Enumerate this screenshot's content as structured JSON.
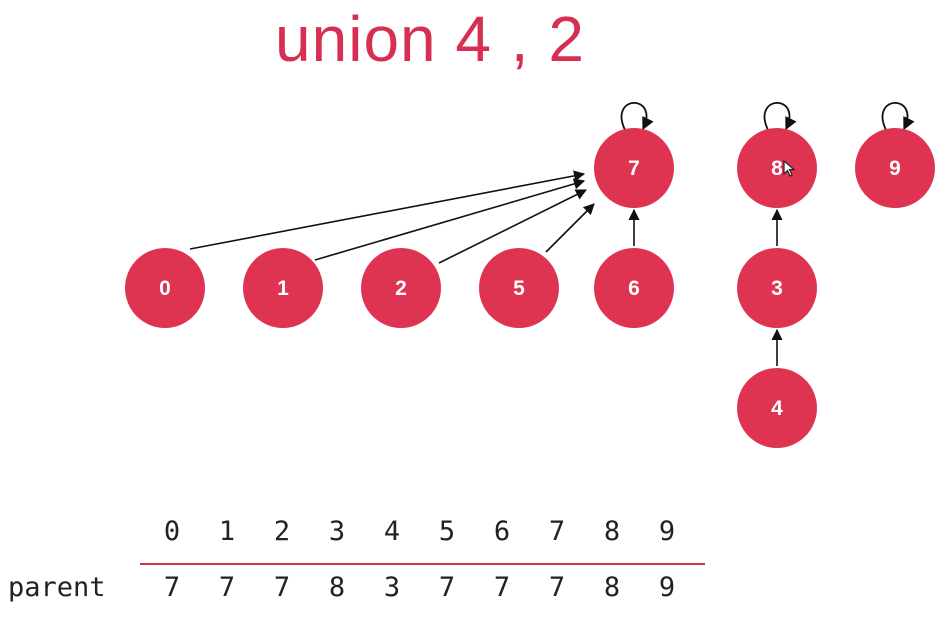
{
  "title": "union 4 , 2",
  "colors": {
    "node": "#df3352",
    "title": "#d62f52",
    "arrow": "#111111",
    "divider": "#d62f52"
  },
  "nodes": [
    {
      "id": "0",
      "label": "0",
      "parent": "7"
    },
    {
      "id": "1",
      "label": "1",
      "parent": "7"
    },
    {
      "id": "2",
      "label": "2",
      "parent": "7"
    },
    {
      "id": "5",
      "label": "5",
      "parent": "7"
    },
    {
      "id": "6",
      "label": "6",
      "parent": "7"
    },
    {
      "id": "7",
      "label": "7",
      "parent": "7"
    },
    {
      "id": "8",
      "label": "8",
      "parent": "8"
    },
    {
      "id": "3",
      "label": "3",
      "parent": "8"
    },
    {
      "id": "4",
      "label": "4",
      "parent": "3"
    },
    {
      "id": "9",
      "label": "9",
      "parent": "9"
    }
  ],
  "array": {
    "row_label": "parent",
    "indices": [
      "0",
      "1",
      "2",
      "3",
      "4",
      "5",
      "6",
      "7",
      "8",
      "9"
    ],
    "parents": [
      "7",
      "7",
      "7",
      "8",
      "3",
      "7",
      "7",
      "7",
      "8",
      "9"
    ]
  },
  "cursor_icon": "mouse-pointer-icon"
}
